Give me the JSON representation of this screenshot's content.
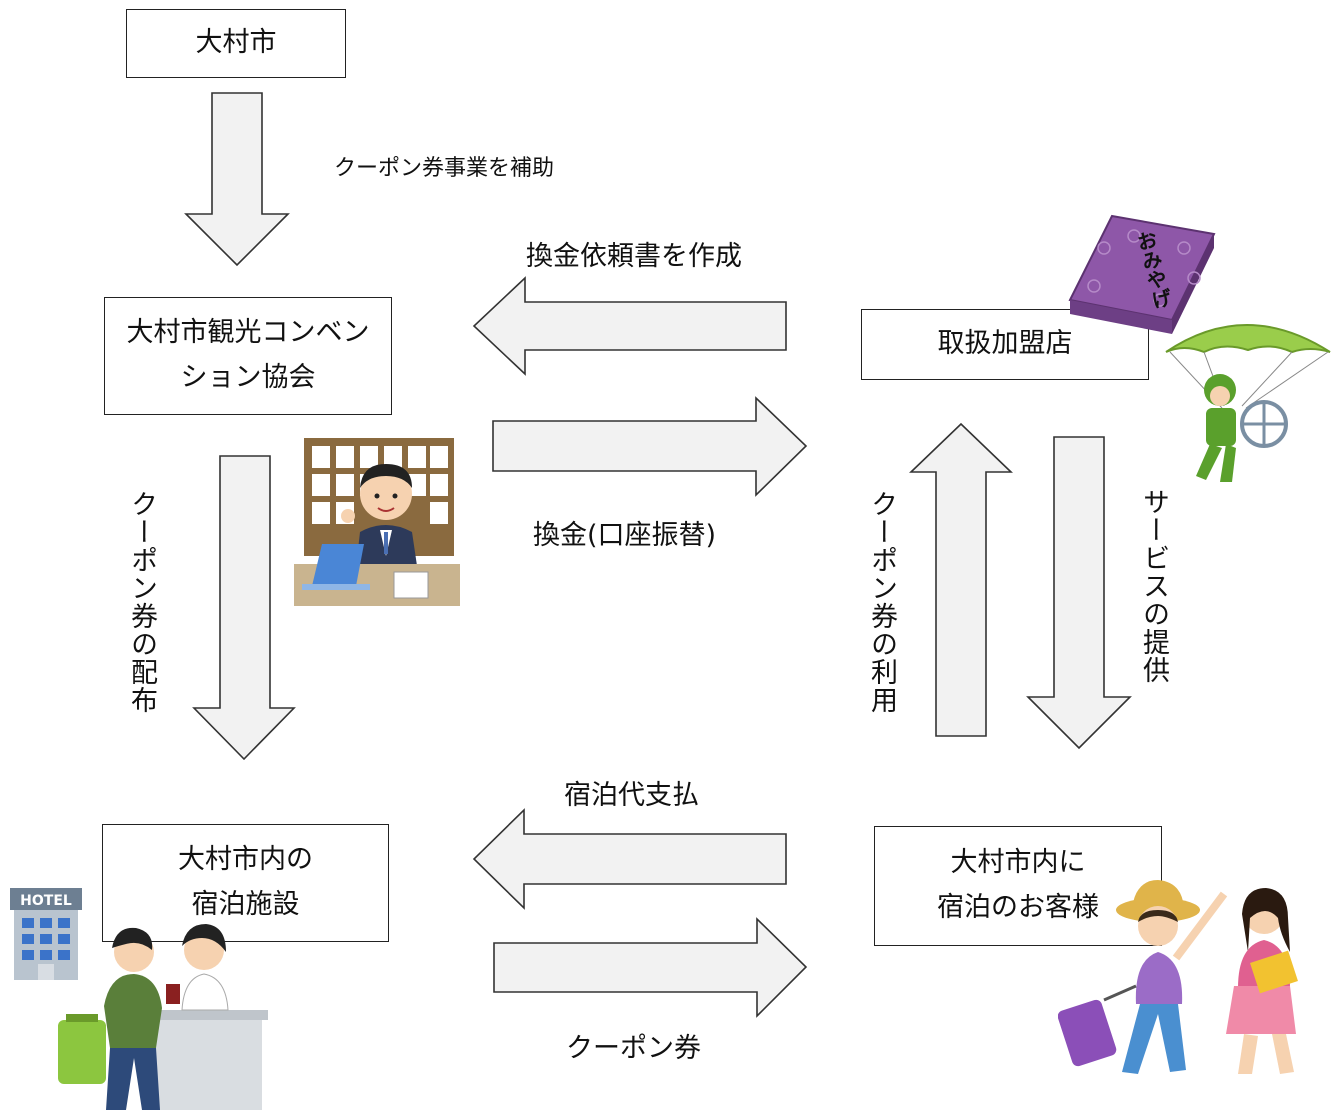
{
  "boxes": {
    "omura_city": "大村市",
    "association_line1": "大村市観光コンベン",
    "association_line2": "ション協会",
    "shop": "取扱加盟店",
    "lodging_line1": "大村市内の",
    "lodging_line2": "宿泊施設",
    "guest_line1": "大村市内に",
    "guest_line2": "宿泊のお客様"
  },
  "labels": {
    "subsidy": "クーポン券事業を補助",
    "request": "換金依頼書を作成",
    "exchange": "換金(口座振替)",
    "distribution": "クーポン券の配布",
    "use": "クーポン券の利用",
    "service": "サービスの提供",
    "payment": "宿泊代支払",
    "coupon": "クーポン券"
  },
  "illustrations": {
    "hotel_sign": "HOTEL",
    "souvenir_box": "おみやげ"
  },
  "colors": {
    "arrow_fill": "#f2f2f2",
    "arrow_stroke": "#333333",
    "box_border": "#222222"
  }
}
